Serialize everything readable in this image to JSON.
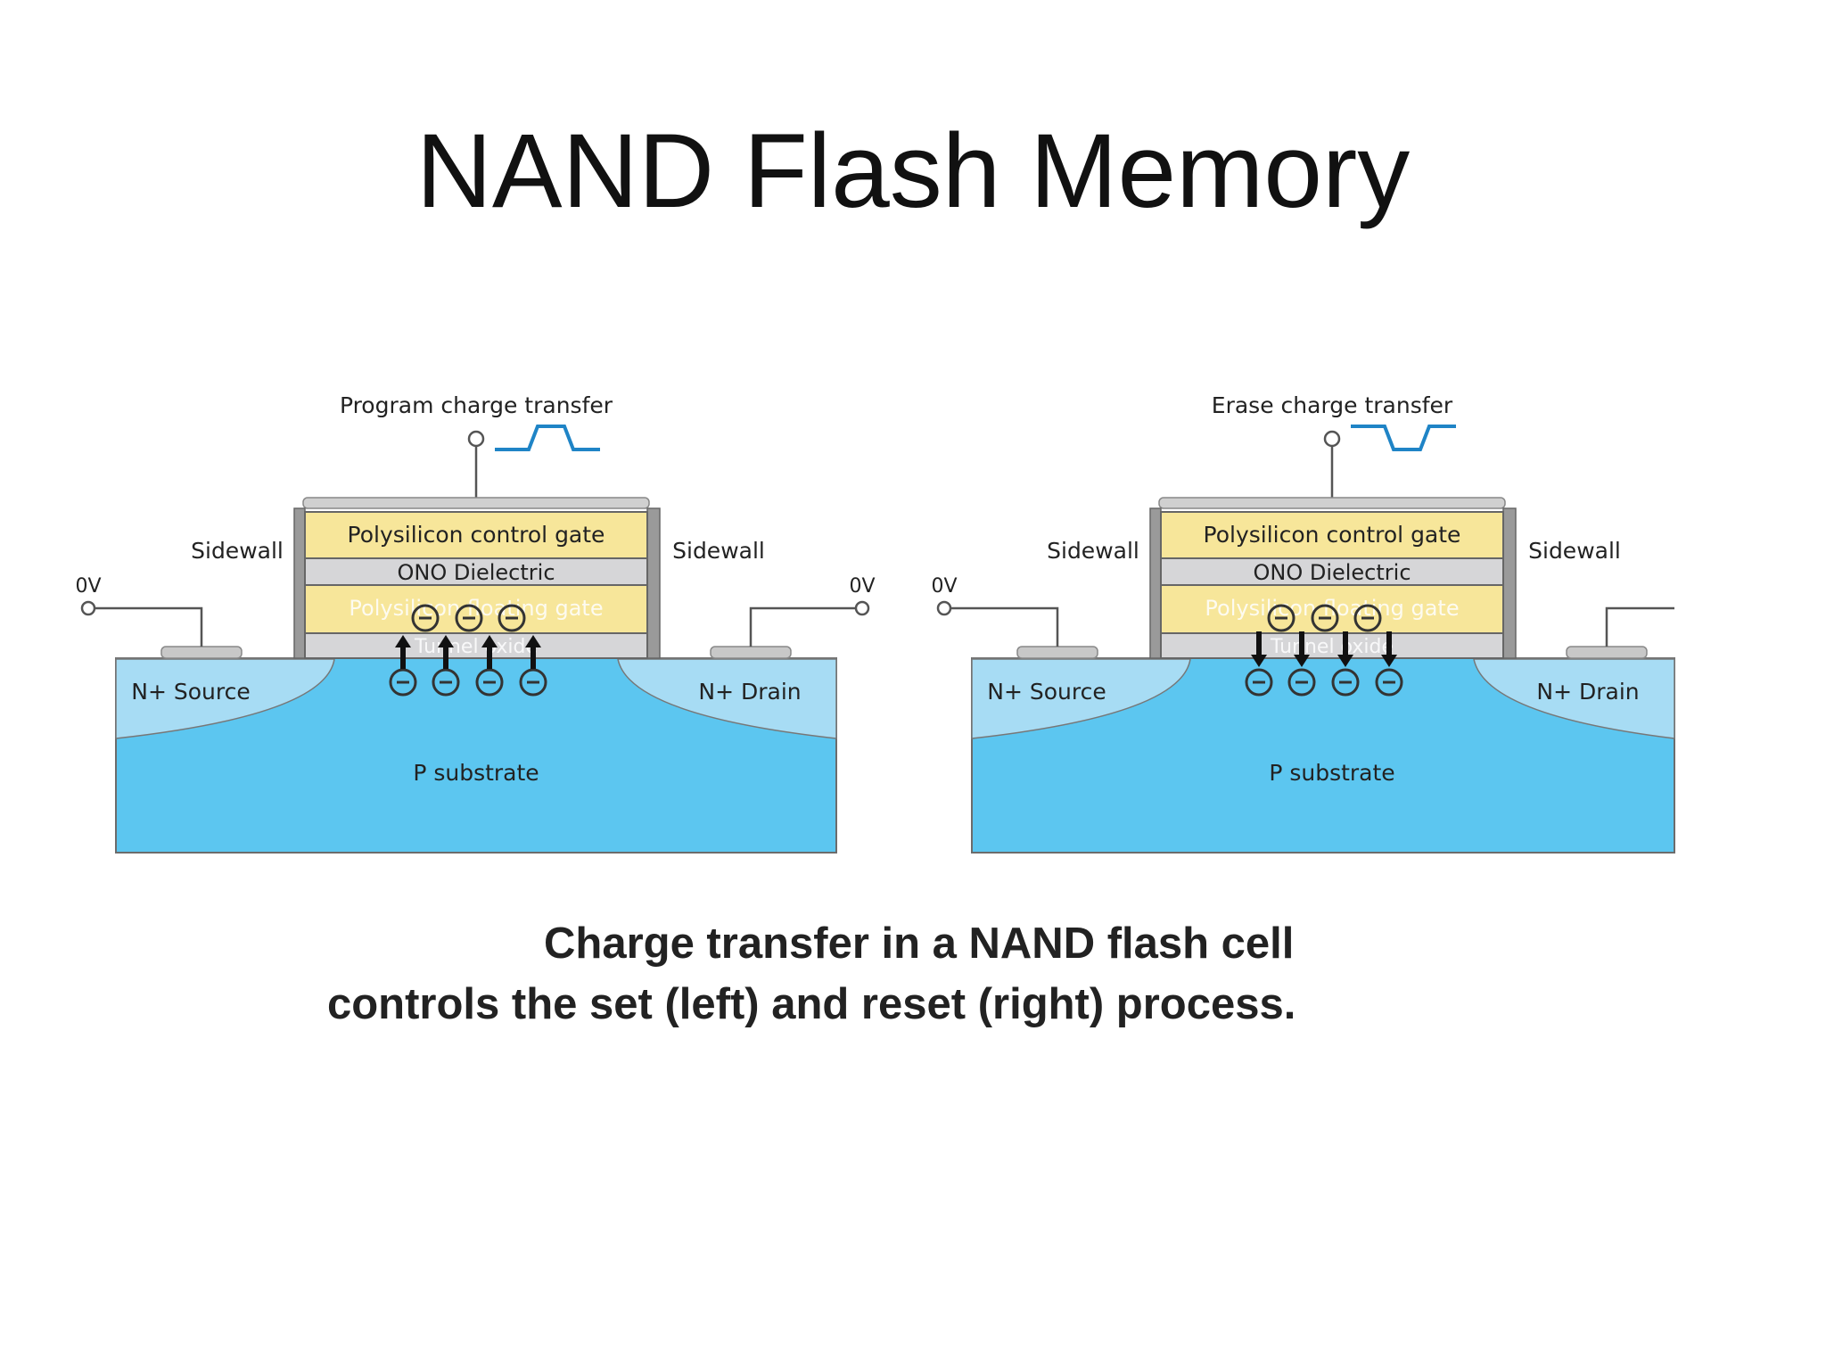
{
  "slide": {
    "title": "NAND Flash Memory",
    "caption_line1": "Charge transfer in a NAND flash cell",
    "caption_line2": "controls the set (left) and reset (right) process."
  },
  "colors": {
    "gate_yellow": "#f7e69a",
    "dielectric_gray": "#d6d6d8",
    "sidewall_gray": "#9a9a9a",
    "substrate_blue": "#5cc6f0",
    "doped_region_blue": "#a7dcf4",
    "pulse_blue": "#1f84c6",
    "electron_outline": "#333333",
    "arrow_black": "#111111"
  },
  "panels": [
    {
      "id": "program",
      "header": "Program charge transfer",
      "pulse": "positive",
      "arrow_direction": "up",
      "sidewall_left": "Sidewall",
      "sidewall_right": "Sidewall",
      "voltage_left": "0V",
      "voltage_right": "0V",
      "control_gate": "Polysilicon control gate",
      "dielectric": "ONO Dielectric",
      "floating_gate": "Polysilicon floating gate",
      "tunnel_oxide": "Tunnel oxide",
      "source": "N+ Source",
      "drain": "N+ Drain",
      "substrate": "P substrate",
      "electrons_in_gate": 3,
      "electrons_in_channel": 4
    },
    {
      "id": "erase",
      "header": "Erase charge transfer",
      "pulse": "negative",
      "arrow_direction": "down",
      "sidewall_left": "Sidewall",
      "sidewall_right": "Sidewall",
      "voltage_left": "0V",
      "voltage_right": "",
      "control_gate": "Polysilicon control gate",
      "dielectric": "ONO Dielectric",
      "floating_gate": "Polysilicon floating gate",
      "tunnel_oxide": "Tunnel oxide",
      "source": "N+ Source",
      "drain": "N+ Drain",
      "substrate": "P substrate",
      "electrons_in_gate": 3,
      "electrons_in_channel": 4
    }
  ]
}
